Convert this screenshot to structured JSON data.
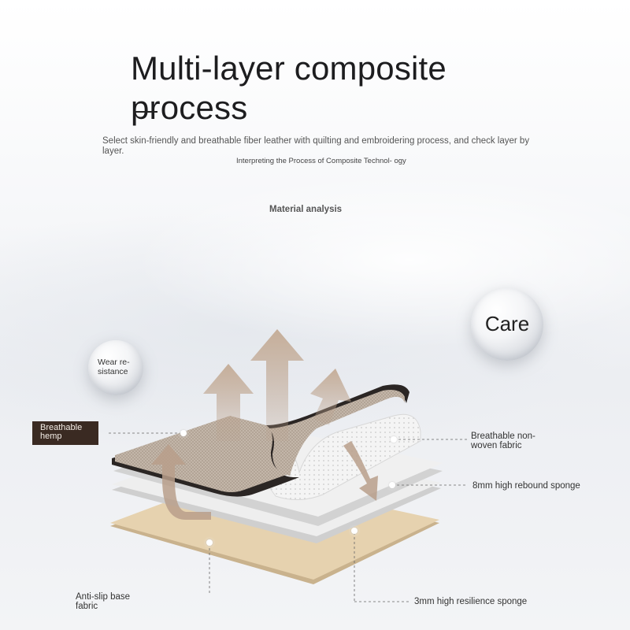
{
  "header": {
    "title": "Multi-layer composite process",
    "subtitle": "Select skin-friendly and breathable fiber leather with quilting and embroidering process, and check layer by layer.",
    "interpretation": "Interpreting the Process of Composite Technol- ogy",
    "section_label": "Material analysis"
  },
  "bubbles": {
    "care": "Care",
    "wear": "Wear re- sistance"
  },
  "tag": {
    "label": "Breathable hemp",
    "color": "#3a2a22"
  },
  "layers": [
    {
      "label": "Breathable non- woven fabric"
    },
    {
      "label": "8mm high rebound sponge"
    },
    {
      "label": "Anti-slip base fabric"
    },
    {
      "label": "3mm high resilience sponge"
    }
  ],
  "colors": {
    "hemp": "#bfb1a4",
    "sponge": "#ececec",
    "base": "#e4cfac",
    "arrow": "#b89f8b"
  }
}
